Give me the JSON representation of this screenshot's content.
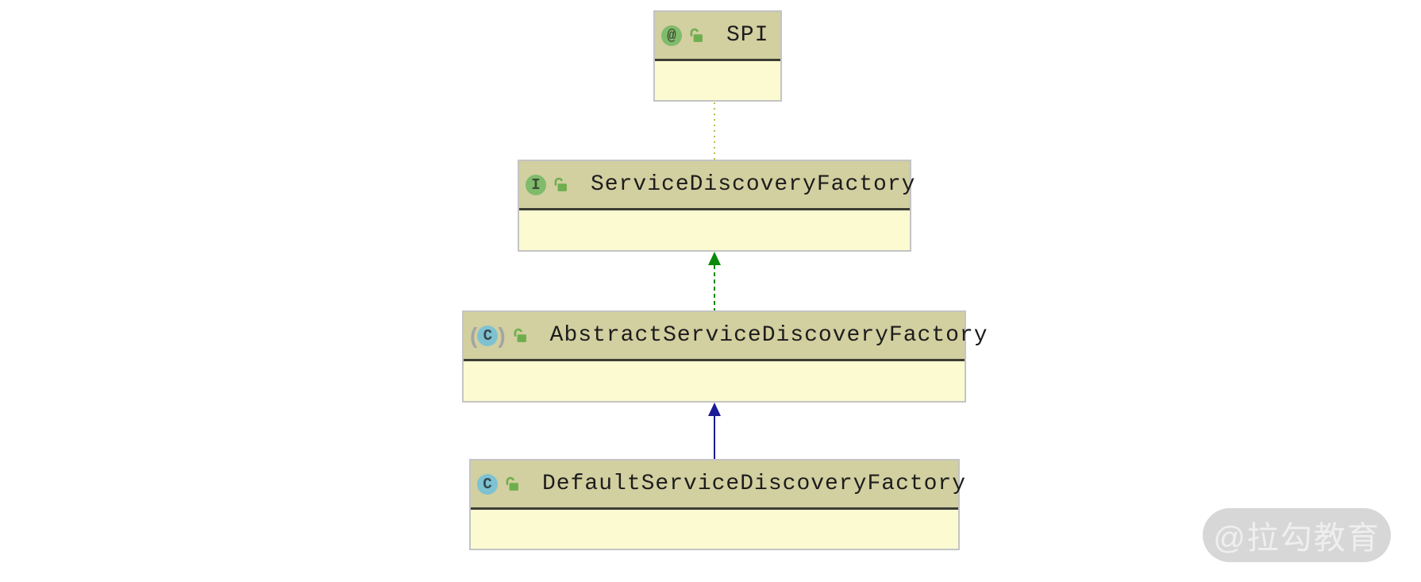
{
  "diagram": {
    "nodes": [
      {
        "id": "spi",
        "label": "SPI",
        "kind": "annotation",
        "badge": "@",
        "visibility": "public"
      },
      {
        "id": "service-discovery-factory",
        "label": "ServiceDiscoveryFactory",
        "kind": "interface",
        "badge": "I",
        "visibility": "public"
      },
      {
        "id": "abstract-service-discovery-factory",
        "label": "AbstractServiceDiscoveryFactory",
        "kind": "abstract-class",
        "badge": "C",
        "paren_open": "(",
        "paren_close": ")",
        "visibility": "public"
      },
      {
        "id": "default-service-discovery-factory",
        "label": "DefaultServiceDiscoveryFactory",
        "kind": "class",
        "badge": "C",
        "visibility": "public"
      }
    ],
    "edges": [
      {
        "from": "ServiceDiscoveryFactory",
        "to": "SPI",
        "relation": "annotated-with",
        "line": "dotted"
      },
      {
        "from": "AbstractServiceDiscoveryFactory",
        "to": "ServiceDiscoveryFactory",
        "relation": "implements",
        "line": "dashed-arrow"
      },
      {
        "from": "DefaultServiceDiscoveryFactory",
        "to": "AbstractServiceDiscoveryFactory",
        "relation": "extends",
        "line": "solid-arrow"
      }
    ]
  },
  "watermark": {
    "text": "@拉勾教育"
  },
  "colors": {
    "node-header": "#d2cfa0",
    "node-body": "#fbfad1",
    "node-border": "#c4c4c4",
    "header-divider": "#3d3d35",
    "label-text": "#1c1c1c",
    "badge-green": "#7fbb6b",
    "badge-letter-green": "#3c4c34",
    "badge-teal": "#7ec2d2",
    "badge-letter-teal": "#36474e",
    "paren-gray": "#a4a4a4",
    "lock-green": "#6fae4e",
    "edge-annotation": "#bdbd4f",
    "edge-implements": "#0a8a0a",
    "edge-extends": "#1b1b96",
    "watermark-bg": "#d7d7d7",
    "watermark-text": "#efefef"
  }
}
